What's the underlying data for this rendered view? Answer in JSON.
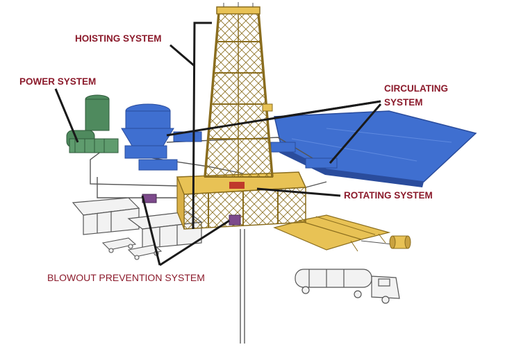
{
  "labels": {
    "hoisting": "HOISTING SYSTEM",
    "power": "POWER SYSTEM",
    "circulating_line1": "CIRCULATING",
    "circulating_line2": "SYSTEM",
    "rotating": "ROTATING SYSTEM",
    "blowout": "BLOWOUT PREVENTION SYSTEM"
  },
  "colors": {
    "label_text": "#8b1a2b",
    "derrick": "#e8c255",
    "derrick_outline": "#8a6d1e",
    "mud_pit": "#3f6fd0",
    "mud_pit_dark": "#2a4c9c",
    "power_units": "#4f8a5e",
    "power_dark": "#2f5a3b",
    "leader_line": "#1a1a1a",
    "equipment_outline": "#555555",
    "equipment_fill": "#f2f2f2"
  }
}
